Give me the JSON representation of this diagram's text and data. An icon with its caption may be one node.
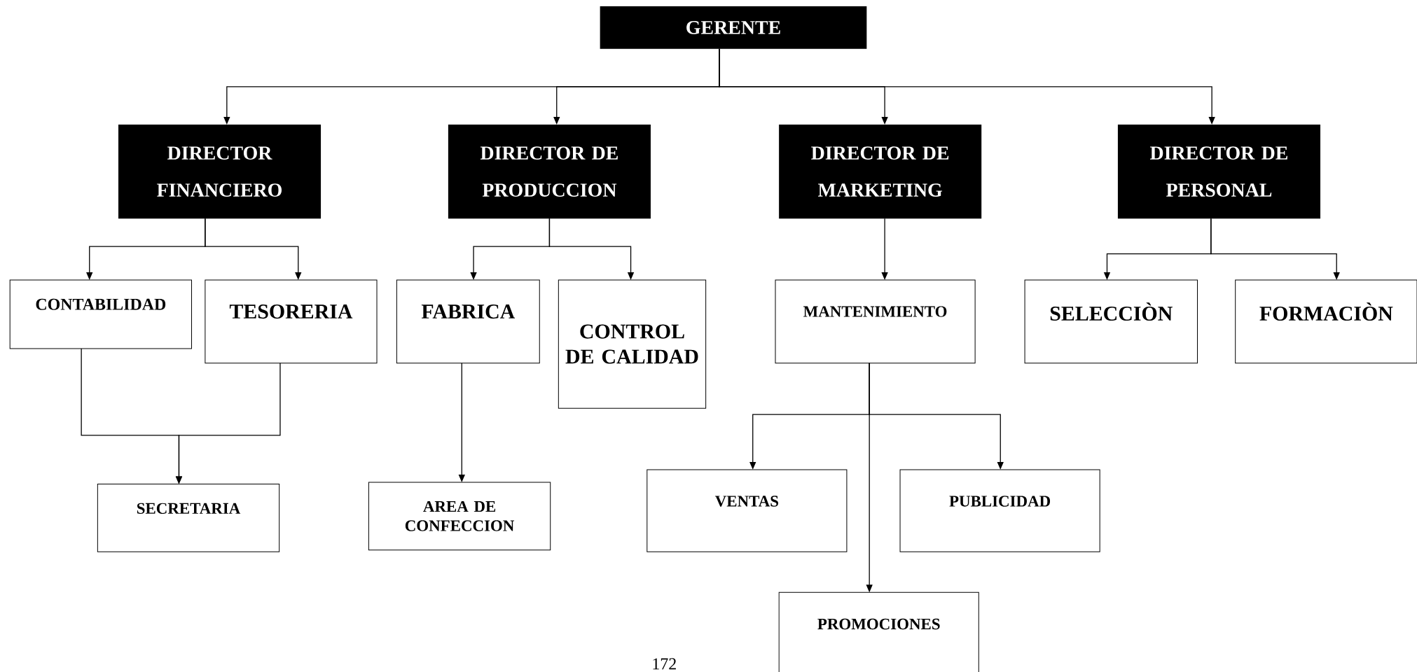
{
  "diagram": {
    "nodes": [
      {
        "text": [
          "GERENTE"
        ]
      },
      {
        "text": [
          "DIRECTOR FINANCIERO"
        ]
      },
      {
        "text": [
          "DIRECTOR DE PRODUCCION"
        ]
      },
      {
        "text": [
          "DIRECTOR DE MARKETING"
        ]
      },
      {
        "text": [
          "DIRECTOR DE PERSONAL"
        ]
      },
      {
        "text": [
          "CONTABILIDAD"
        ]
      },
      {
        "text": [
          "TESORERIA"
        ]
      },
      {
        "text": [
          "FABRICA"
        ]
      },
      {
        "text": [
          "CONTROL DE CALIDAD"
        ]
      },
      {
        "text": [
          "MANTENIMIENTO"
        ]
      },
      {
        "text": [
          "SELECCIÒN"
        ]
      },
      {
        "text": [
          "FORMACIÒN"
        ]
      },
      {
        "text": [
          "SECRETARIA"
        ]
      },
      {
        "text": [
          "AREA DE CONFECCION"
        ]
      },
      {
        "text": [
          "VENTAS"
        ]
      },
      {
        "text": [
          "PUBLICIDAD"
        ]
      },
      {
        "text": [
          "PROMOCIONES"
        ]
      }
    ],
    "edges": [
      {
        "from": 0,
        "to": 1,
        "arrow": "to"
      },
      {
        "from": 0,
        "to": 2,
        "arrow": "to"
      },
      {
        "from": 0,
        "to": 3,
        "arrow": "to"
      },
      {
        "from": 0,
        "to": 4,
        "arrow": "to"
      },
      {
        "from": 1,
        "to": 5,
        "arrow": "to"
      },
      {
        "from": 1,
        "to": 6,
        "arrow": "to"
      },
      {
        "from": 2,
        "to": 7,
        "arrow": "to"
      },
      {
        "from": 2,
        "to": 8,
        "arrow": "to"
      },
      {
        "from": 3,
        "to": 9,
        "arrow": "to"
      },
      {
        "from": 4,
        "to": 10,
        "arrow": "to"
      },
      {
        "from": 4,
        "to": 11,
        "arrow": "to"
      },
      {
        "from": 5,
        "to": 12,
        "arrow": "to"
      },
      {
        "from": 6,
        "to": 12,
        "arrow": "to"
      },
      {
        "from": 7,
        "to": 13,
        "arrow": "to"
      },
      {
        "from": 9,
        "to": 14,
        "arrow": "to"
      },
      {
        "from": 9,
        "to": 15,
        "arrow": "to"
      },
      {
        "from": 9,
        "to": 16,
        "arrow": "to"
      }
    ],
    "labels": [
      "172"
    ]
  }
}
